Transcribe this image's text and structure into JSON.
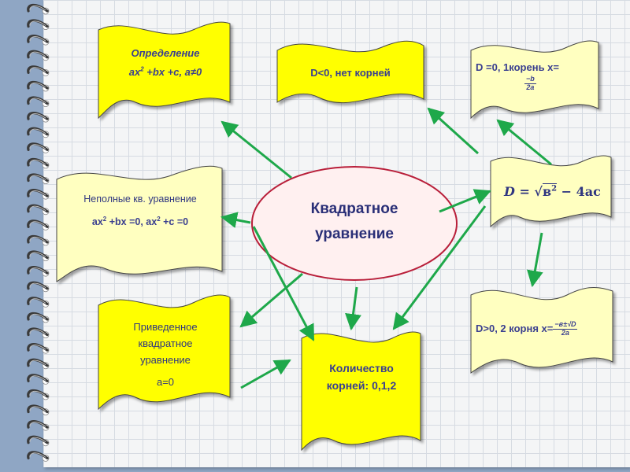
{
  "center": {
    "line1": "Квадратное",
    "line2": "уравнение"
  },
  "definition": {
    "title": "Определение",
    "formula_pre": "ax",
    "formula_exp": "2",
    "formula_post": " +bx +c, a≠0"
  },
  "d_negative": {
    "text": "D<0, нет корней"
  },
  "d_zero": {
    "text": "D =0, 1корень x=",
    "frac_num": "−b",
    "frac_den": "2a"
  },
  "incomplete": {
    "title": "Неполные кв. уравнение",
    "f1_pre": "ax",
    "f1_exp": "2",
    "f1_mid": " +bx =0, ax",
    "f2_exp": "2",
    "f2_post": " +c =0"
  },
  "discriminant": {
    "lhs": "D",
    "eq": " = ",
    "sqrt": "√",
    "radicand": "в",
    "exp": "2",
    "rest": " − 4ac"
  },
  "reduced": {
    "line1": "Приведенное",
    "line2": "квадратное",
    "line3": "уравнение",
    "line4": "a=0"
  },
  "roots_count": {
    "line1": "Количество",
    "line2": "корней: 0,1,2"
  },
  "d_positive": {
    "text": "D>0, 2 корня x=",
    "frac_num": "−в±√D",
    "frac_den": "2a"
  },
  "colors": {
    "bright_box": "#ffff00",
    "pale_box": "#ffffc0",
    "arrow": "#1ea84a",
    "ellipse_fill": "#fff0f0",
    "ellipse_stroke": "#b91f3a"
  }
}
